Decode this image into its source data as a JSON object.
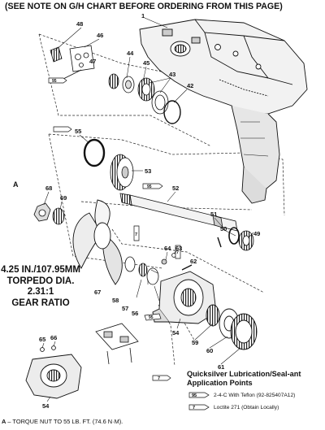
{
  "header": {
    "note": "(SEE NOTE ON G/H CHART BEFORE ORDERING FROM THIS PAGE)"
  },
  "callouts": [
    {
      "id": "c1",
      "text": "1"
    },
    {
      "id": "c48",
      "text": "48"
    },
    {
      "id": "c46",
      "text": "46"
    },
    {
      "id": "c47",
      "text": "47"
    },
    {
      "id": "c44",
      "text": "44"
    },
    {
      "id": "c45",
      "text": "45"
    },
    {
      "id": "c43",
      "text": "43"
    },
    {
      "id": "c42",
      "text": "42"
    },
    {
      "id": "c95a",
      "text": "95"
    },
    {
      "id": "c55",
      "text": "55"
    },
    {
      "id": "c53",
      "text": "53"
    },
    {
      "id": "c95b",
      "text": "95"
    },
    {
      "id": "c52",
      "text": "52"
    },
    {
      "id": "cA",
      "text": "A"
    },
    {
      "id": "c68",
      "text": "68"
    },
    {
      "id": "c69",
      "text": "69"
    },
    {
      "id": "c51",
      "text": "51"
    },
    {
      "id": "c50",
      "text": "50"
    },
    {
      "id": "c49",
      "text": "49"
    },
    {
      "id": "c7a",
      "text": "7"
    },
    {
      "id": "c64",
      "text": "64"
    },
    {
      "id": "c63",
      "text": "63"
    },
    {
      "id": "c62",
      "text": "62"
    },
    {
      "id": "c7b",
      "text": "7"
    },
    {
      "id": "c67",
      "text": "67"
    },
    {
      "id": "c58",
      "text": "58"
    },
    {
      "id": "c57",
      "text": "57"
    },
    {
      "id": "c56",
      "text": "56"
    },
    {
      "id": "c95c",
      "text": "95"
    },
    {
      "id": "c54a",
      "text": "54"
    },
    {
      "id": "c59",
      "text": "59"
    },
    {
      "id": "c60",
      "text": "60"
    },
    {
      "id": "c61",
      "text": "61"
    },
    {
      "id": "c65",
      "text": "65"
    },
    {
      "id": "c66",
      "text": "66"
    },
    {
      "id": "c54b",
      "text": "54"
    },
    {
      "id": "c7c",
      "text": "7"
    }
  ],
  "spec": {
    "line1": "4.25 IN./107.95MM",
    "line2": "TORPEDO DIA.",
    "line3": "2.31:1",
    "line4": "GEAR RATIO"
  },
  "legend": {
    "title": "Quicksilver Lubrication/Seal-ant Application Points",
    "items": [
      {
        "code": "95",
        "text": "2-4-C  With Teflon (92-825407A12)"
      },
      {
        "code": "7",
        "text": "Loctite 271 (Obtain Locally)"
      }
    ]
  },
  "footer": {
    "label": "A",
    "text": "– TORQUE NUT TO 55 LB. FT. (74.6 N·M)."
  }
}
